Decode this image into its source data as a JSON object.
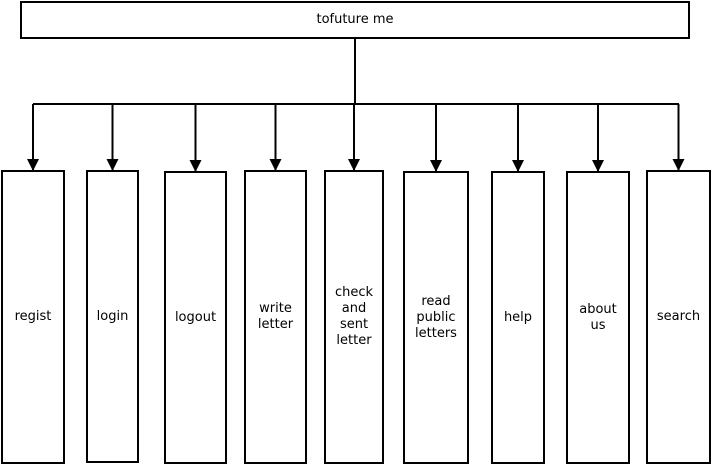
{
  "diagram": {
    "root": {
      "label": "tofuture me"
    },
    "children": [
      {
        "id": "regist",
        "label": "regist"
      },
      {
        "id": "login",
        "label": "login"
      },
      {
        "id": "logout",
        "label": "logout"
      },
      {
        "id": "write-letter",
        "label": "write\nletter"
      },
      {
        "id": "check-and-sent-letter",
        "label": "check\nand\nsent\nletter"
      },
      {
        "id": "read-public-letters",
        "label": "read\npublic\nletters"
      },
      {
        "id": "help",
        "label": "help"
      },
      {
        "id": "about-us",
        "label": "about\nus"
      },
      {
        "id": "search",
        "label": "search"
      }
    ],
    "colors": {
      "stroke": "#000000",
      "fill": "#ffffff"
    }
  }
}
